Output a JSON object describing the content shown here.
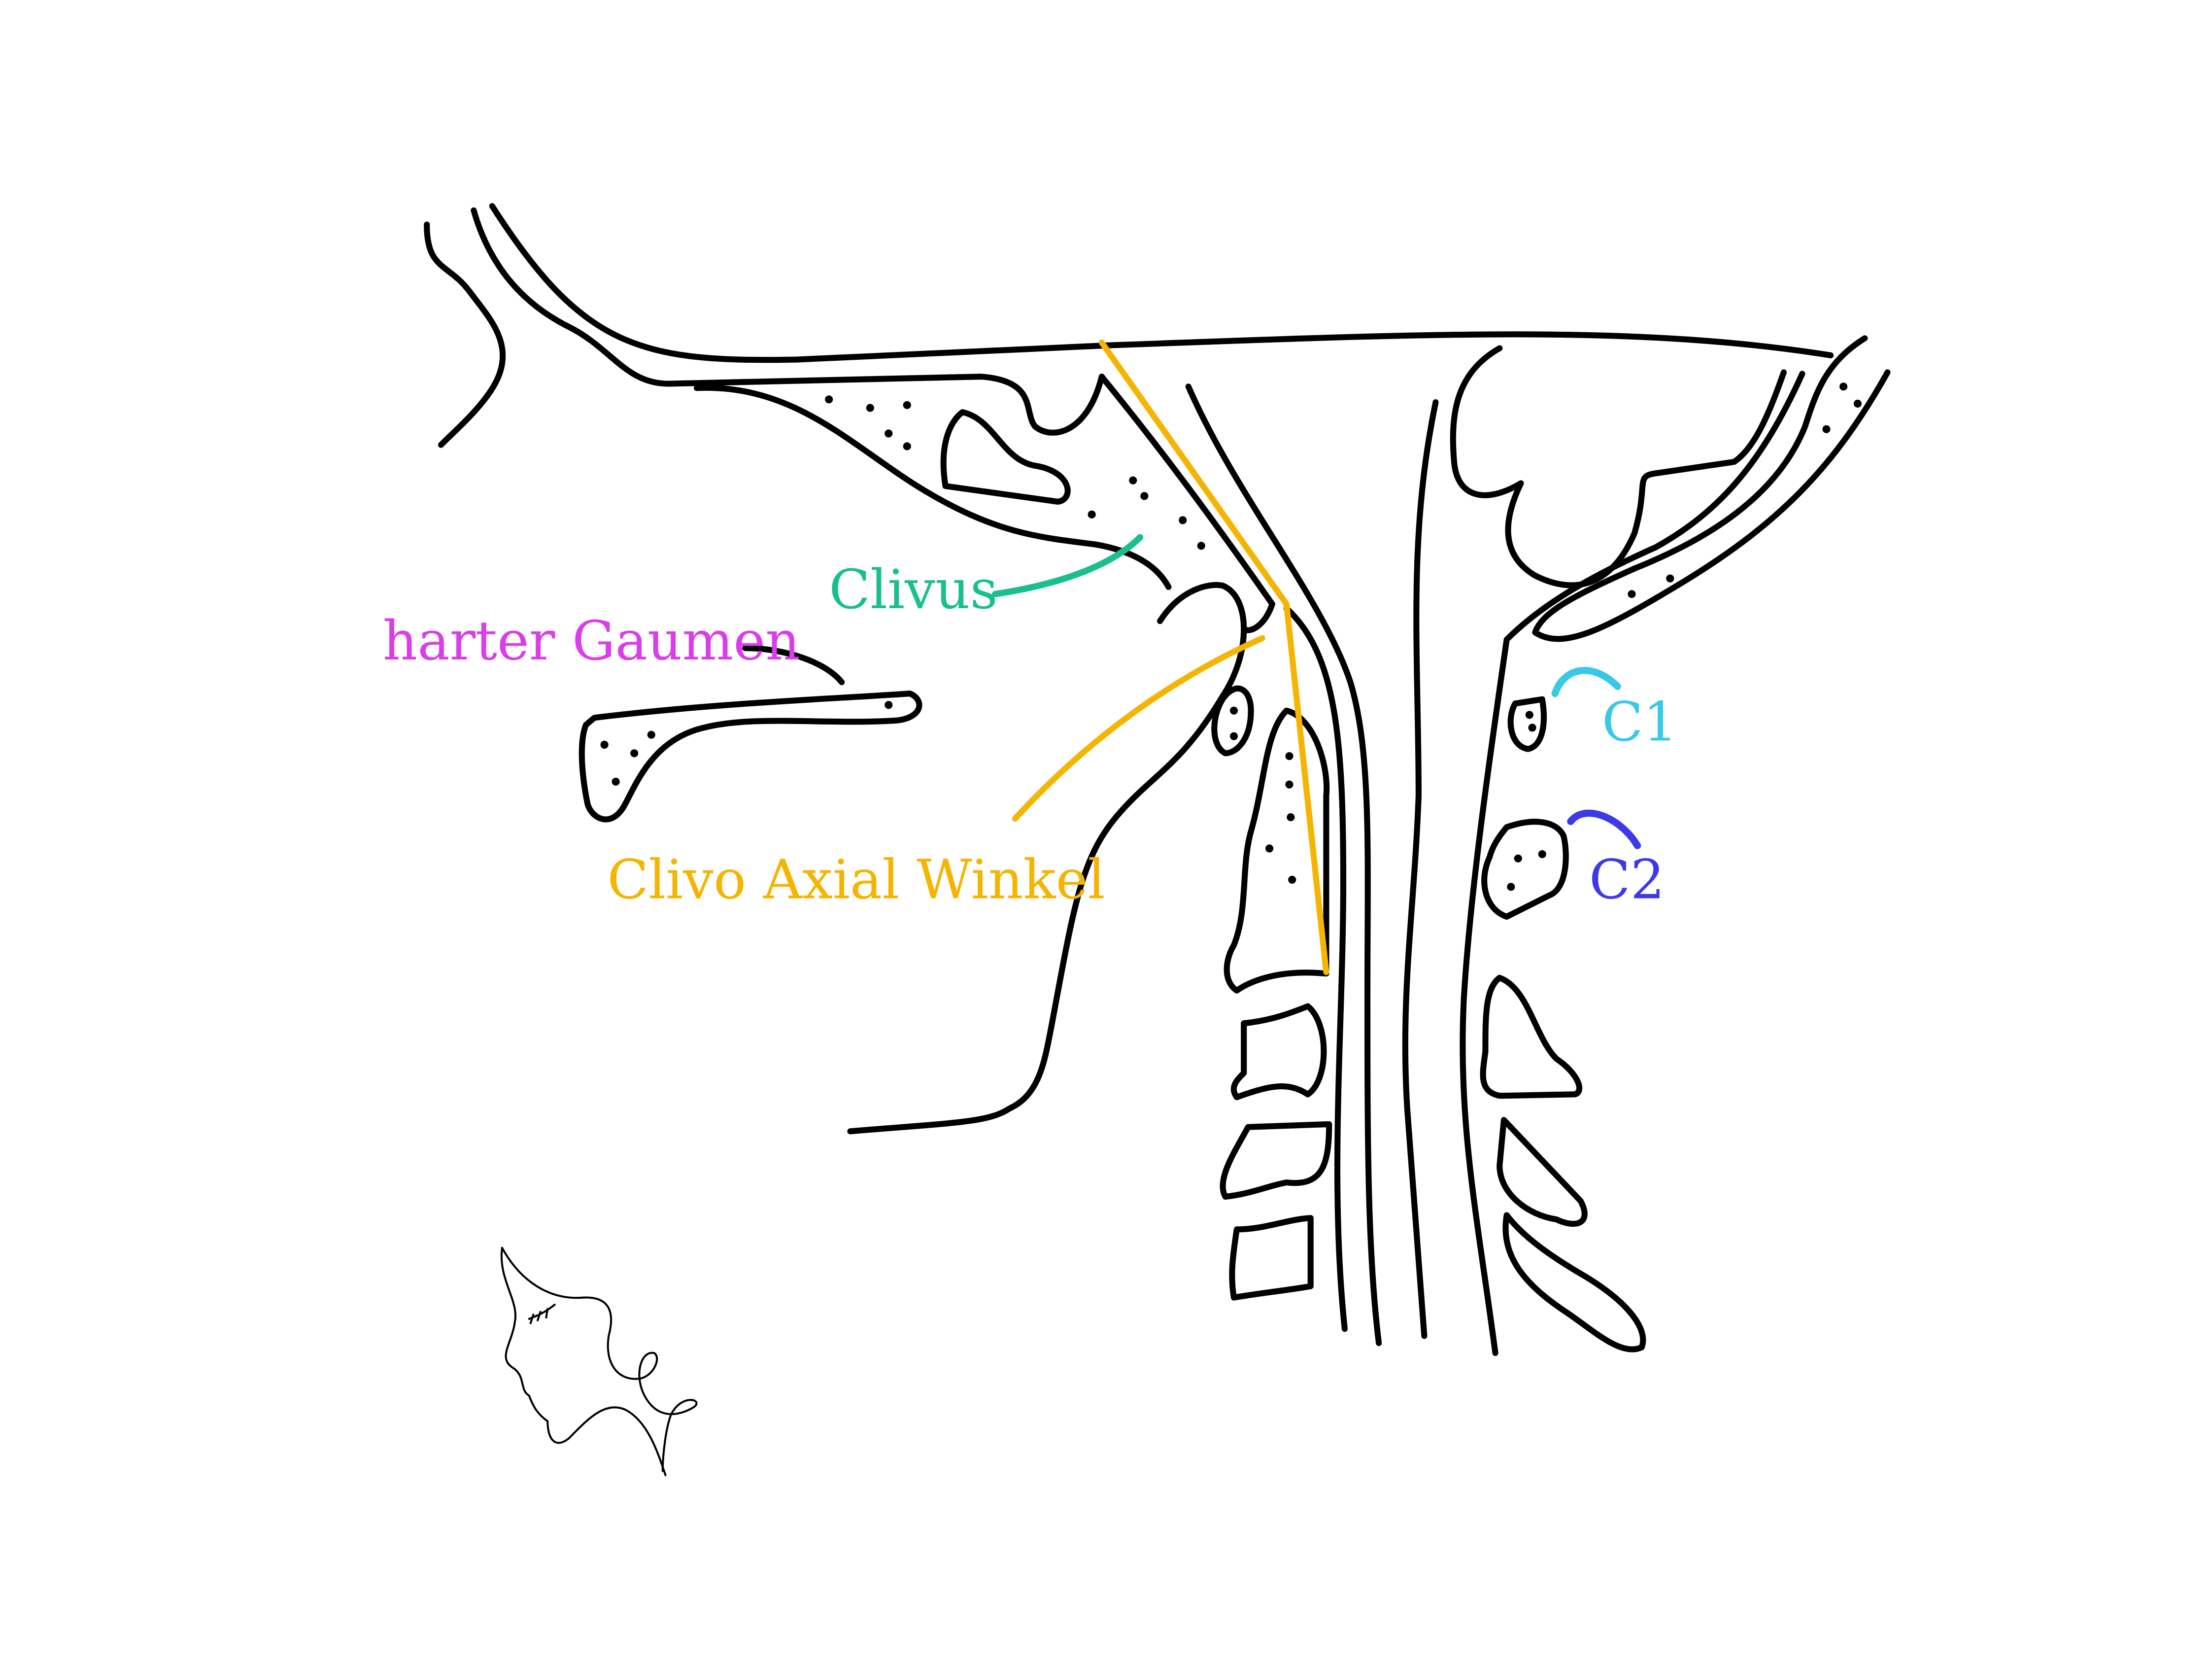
{
  "labels": {
    "hard_palate": "harter Gaumen",
    "clivus": "Clivus",
    "clivo_axial_angle": "Clivo Axial Winkel",
    "c1": "C1",
    "c2": "C2"
  },
  "colors": {
    "hard_palate": "#d93ee8",
    "clivus": "#1bbf8f",
    "clivo_axial_angle": "#f5b400",
    "c1": "#38c8e8",
    "c2": "#3c3ae8",
    "outline": "#000000",
    "background": "#ffffff"
  }
}
